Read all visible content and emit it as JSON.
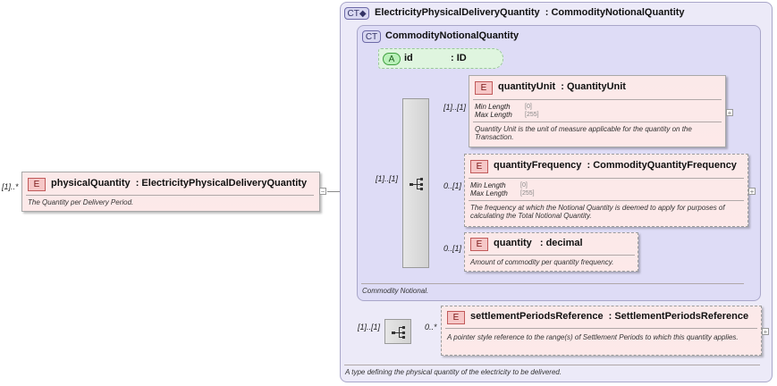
{
  "root": {
    "multiplicity": "[1]..*",
    "tag": "E",
    "name": "physicalQuantity",
    "type": ": ElectricityPhysicalDeliveryQuantity",
    "doc": "The Quantity per Delivery Period.",
    "collapse": "−"
  },
  "outer_type": {
    "tag": "CT◆",
    "name": "ElectricityPhysicalDeliveryQuantity",
    "base": ": CommodityNotionalQuantity",
    "doc": "A type defining the physical quantity of the electricity to be delivered."
  },
  "inner_type": {
    "tag": "CT",
    "name": "CommodityNotionalQuantity",
    "doc": "Commodity Notional."
  },
  "attribute": {
    "tag": "A",
    "name": "id",
    "type": ": ID"
  },
  "sequence1": {
    "multiplicity": "[1]..[1]"
  },
  "elements": [
    {
      "multiplicity": "[1]..[1]",
      "tag": "E",
      "name": "quantityUnit",
      "type": ": QuantityUnit",
      "facets": [
        {
          "label": "Min Length",
          "value": "[0]"
        },
        {
          "label": "Max Length",
          "value": "[255]"
        }
      ],
      "doc": "Quantity Unit is the unit of measure applicable for the quantity on the Transaction.",
      "expand": "+"
    },
    {
      "multiplicity": "0..[1]",
      "tag": "E",
      "name": "quantityFrequency",
      "type": ": CommodityQuantityFrequency",
      "facets": [
        {
          "label": "Min Length",
          "value": "[0]"
        },
        {
          "label": "Max Length",
          "value": "[255]"
        }
      ],
      "doc": "The frequency at which the Notional Quantity is deemed to apply for purposes of calculating the Total Notional Quantity.",
      "expand": "+"
    },
    {
      "multiplicity": "0..[1]",
      "tag": "E",
      "name": "quantity",
      "type": ": decimal",
      "doc": "Amount of commodity per quantity frequency."
    }
  ],
  "sequence2": {
    "multiplicity": "[1]..[1]"
  },
  "settlement": {
    "multiplicity": "0..*",
    "tag": "E",
    "name": "settlementPeriodsReference",
    "type": ": SettlementPeriodsReference",
    "doc": "A pointer style reference to the range(s) of Settlement Periods to which this quantity applies.",
    "expand": "+"
  }
}
